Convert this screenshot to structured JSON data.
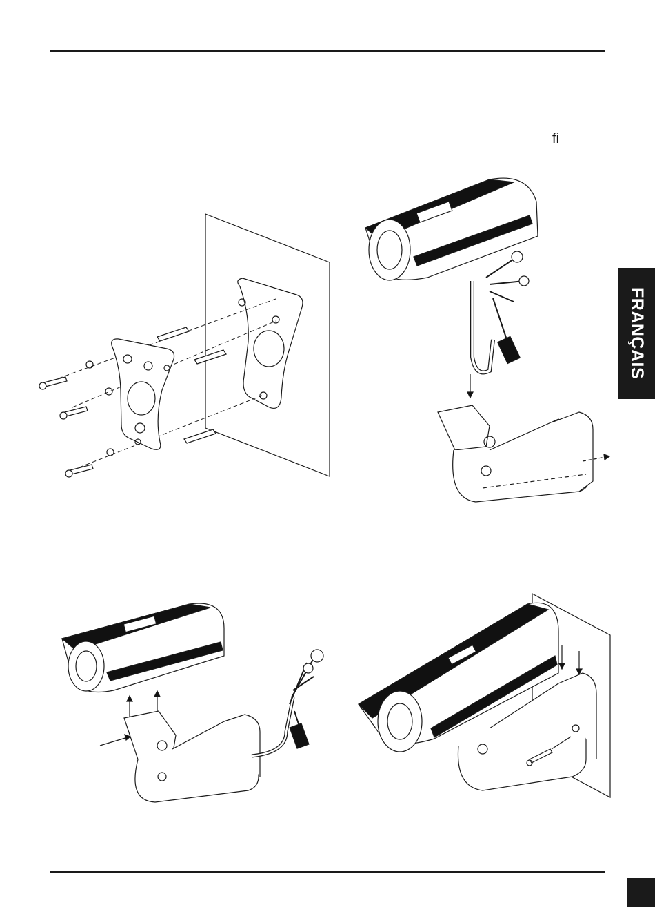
{
  "page": {
    "stray_glyph": "ﬁ",
    "language_tab": "FRANÇAIS"
  },
  "figures": [
    {
      "icon": "wall-bracket-mounting-exploded-diagram"
    },
    {
      "icon": "camera-cable-routing-through-bracket-diagram"
    },
    {
      "icon": "camera-attach-to-bracket-diagram"
    },
    {
      "icon": "camera-mounted-on-wall-diagram"
    }
  ]
}
